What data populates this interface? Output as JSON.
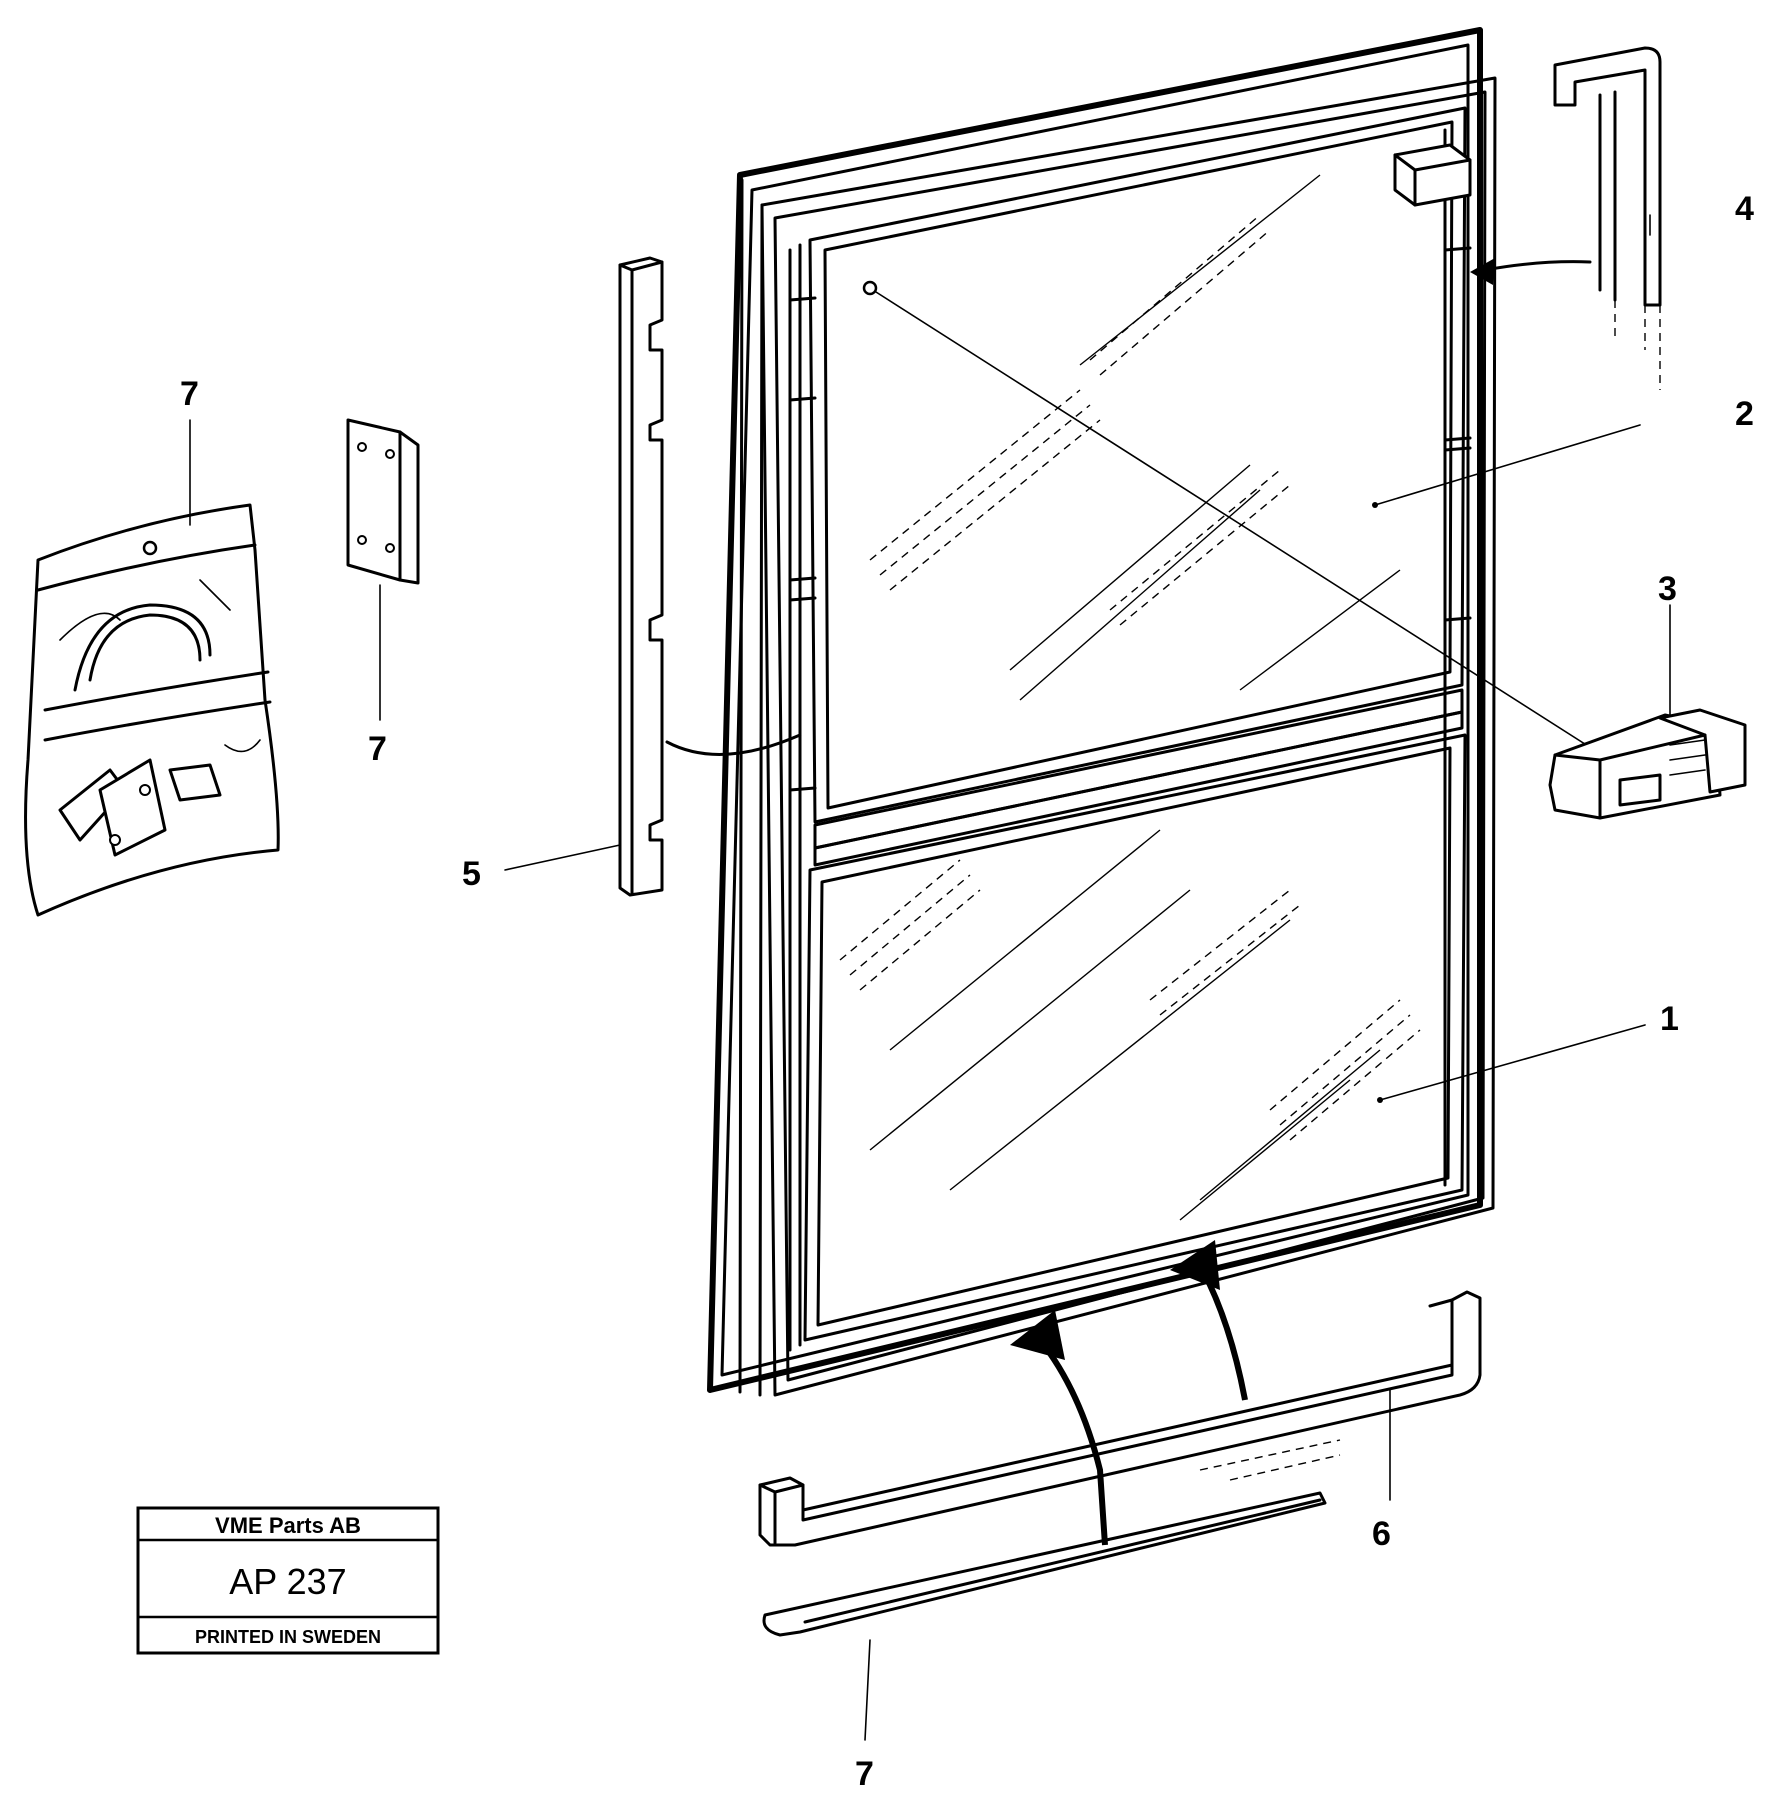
{
  "callouts": {
    "c1": "1",
    "c2": "2",
    "c3": "3",
    "c4": "4",
    "c5": "5",
    "c6": "6",
    "c7_bag": "7",
    "c7_plate": "7",
    "c7_strip": "7"
  },
  "title_box": {
    "company": "VME Parts AB",
    "code": "AP  237",
    "printed": "PRINTED IN SWEDEN"
  }
}
